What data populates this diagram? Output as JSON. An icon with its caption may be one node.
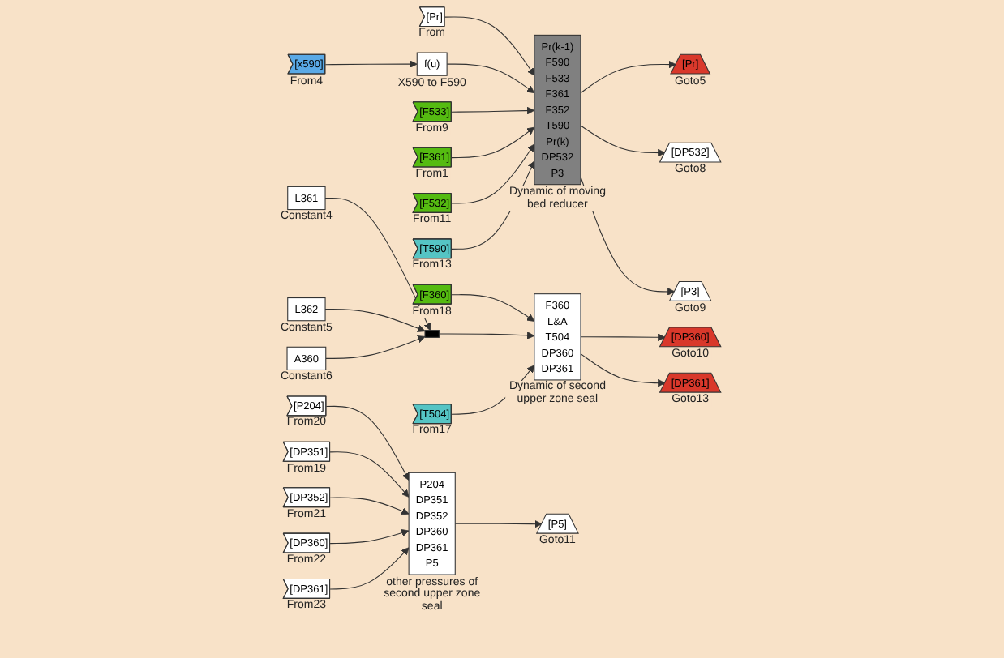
{
  "diagram": {
    "nodes": [
      {
        "text": [
          "[Pr]"
        ],
        "beside": [
          "From"
        ]
      },
      {
        "text": [
          "[x590]"
        ],
        "beside": [
          "From4"
        ]
      },
      {
        "text": [
          "f(u)"
        ],
        "beside": [
          "X590 to F590"
        ]
      },
      {
        "text": [
          "[F533]"
        ],
        "beside": [
          "From9"
        ]
      },
      {
        "text": [
          "[F361]"
        ],
        "beside": [
          "From1"
        ]
      },
      {
        "text": [
          "[F532]"
        ],
        "beside": [
          "From11"
        ]
      },
      {
        "text": [
          "[T590]"
        ],
        "beside": [
          "From13"
        ]
      },
      {
        "text": [
          "Pr(k-1)",
          "F590",
          "F533",
          "F361",
          "F352",
          "T590",
          "Pr(k)",
          "DP532",
          "P3"
        ],
        "beside": [
          "Dynamic of moving bed reducer"
        ]
      },
      {
        "text": [
          "[Pr]"
        ],
        "beside": [
          "Goto5"
        ]
      },
      {
        "text": [
          "[DP532]"
        ],
        "beside": [
          "Goto8"
        ]
      },
      {
        "text": [
          "[P3]"
        ],
        "beside": [
          "Goto9"
        ]
      },
      {
        "text": [
          "L361"
        ],
        "beside": [
          "Constant4"
        ]
      },
      {
        "text": [
          "L362"
        ],
        "beside": [
          "Constant5"
        ]
      },
      {
        "text": [
          "A360"
        ],
        "beside": [
          "Constant6"
        ]
      },
      {
        "text": [],
        "shape": "bar"
      },
      {
        "text": [
          "[F360]"
        ],
        "beside": [
          "From18"
        ]
      },
      {
        "text": [
          "[T504]"
        ],
        "beside": [
          "From17"
        ]
      },
      {
        "text": [
          "F360",
          "L&A",
          "T504",
          "DP360",
          "DP361"
        ],
        "beside": [
          "Dynamic of second upper zone seal"
        ]
      },
      {
        "text": [
          "[DP360]"
        ],
        "beside": [
          "Goto10"
        ]
      },
      {
        "text": [
          "[DP361]"
        ],
        "beside": [
          "Goto13"
        ]
      },
      {
        "text": [
          "[P204]"
        ],
        "beside": [
          "From20"
        ]
      },
      {
        "text": [
          "[DP351]"
        ],
        "beside": [
          "From19"
        ]
      },
      {
        "text": [
          "[DP352]"
        ],
        "beside": [
          "From21"
        ]
      },
      {
        "text": [
          "[DP360]"
        ],
        "beside": [
          "From22"
        ]
      },
      {
        "text": [
          "[DP361]"
        ],
        "beside": [
          "From23"
        ]
      },
      {
        "text": [
          "P204",
          "DP351",
          "DP352",
          "DP360",
          "DP361",
          "P5"
        ],
        "beside": [
          "other pressures of second upper zone seal"
        ]
      },
      {
        "text": [
          "[P5]"
        ],
        "beside": [
          "Goto11"
        ]
      }
    ],
    "edges": [
      {
        "from": 0,
        "to": 7,
        "arrow": "to"
      },
      {
        "from": 1,
        "to": 2,
        "arrow": "to"
      },
      {
        "from": 2,
        "to": 7,
        "arrow": "to"
      },
      {
        "from": 3,
        "to": 7,
        "arrow": "to"
      },
      {
        "from": 4,
        "to": 7,
        "arrow": "to"
      },
      {
        "from": 5,
        "to": 7,
        "arrow": "to"
      },
      {
        "from": 6,
        "to": 7,
        "arrow": "to"
      },
      {
        "from": 7,
        "to": 8,
        "arrow": "to"
      },
      {
        "from": 7,
        "to": 9,
        "arrow": "to"
      },
      {
        "from": 7,
        "to": 10,
        "arrow": "to"
      },
      {
        "from": 11,
        "to": 14,
        "arrow": "to"
      },
      {
        "from": 12,
        "to": 14,
        "arrow": "to"
      },
      {
        "from": 13,
        "to": 14,
        "arrow": "to"
      },
      {
        "from": 15,
        "to": 17,
        "arrow": "to"
      },
      {
        "from": 14,
        "to": 17,
        "arrow": "to"
      },
      {
        "from": 16,
        "to": 17,
        "arrow": "to"
      },
      {
        "from": 17,
        "to": 18,
        "arrow": "to"
      },
      {
        "from": 17,
        "to": 19,
        "arrow": "to"
      },
      {
        "from": 20,
        "to": 25,
        "arrow": "to"
      },
      {
        "from": 21,
        "to": 25,
        "arrow": "to"
      },
      {
        "from": 22,
        "to": 25,
        "arrow": "to"
      },
      {
        "from": 23,
        "to": 25,
        "arrow": "to"
      },
      {
        "from": 24,
        "to": 25,
        "arrow": "to"
      },
      {
        "from": 25,
        "to": 26,
        "arrow": "to"
      }
    ]
  }
}
